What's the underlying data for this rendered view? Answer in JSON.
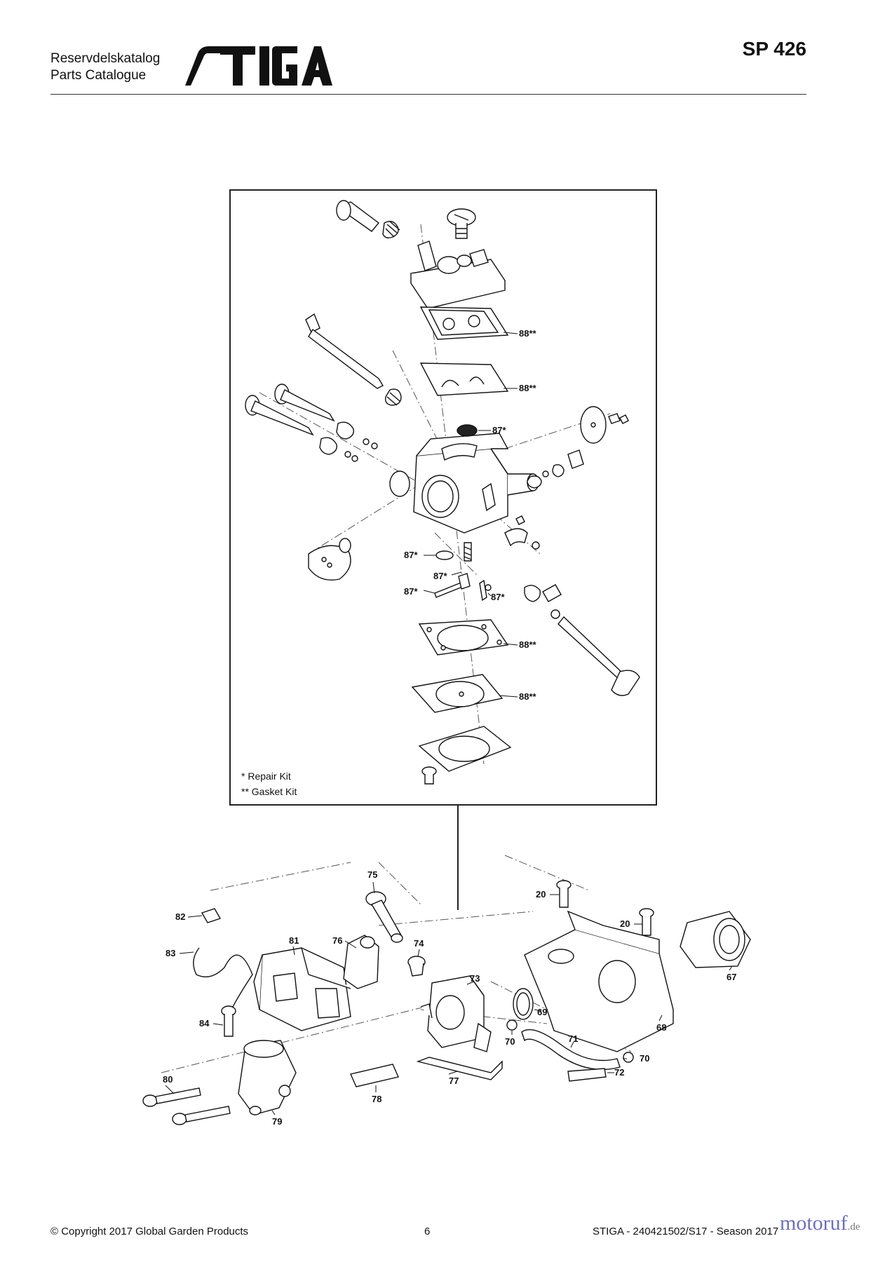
{
  "header": {
    "line1": "Reservdelskatalog",
    "line2": "Parts Catalogue",
    "brand": "STIGA",
    "model": "SP 426"
  },
  "legend": {
    "repair": "* Repair Kit",
    "gasket": "** Gasket Kit"
  },
  "callouts": {
    "c88a": "88**",
    "c88b": "88**",
    "c87a": "87*",
    "c87b": "87*",
    "c87c": "87*",
    "c87d": "87*",
    "c87e": "87*",
    "c88c": "88**",
    "c88d": "88**",
    "c75": "75",
    "c20a": "20",
    "c20b": "20",
    "c82": "82",
    "c81": "81",
    "c76": "76",
    "c74": "74",
    "c83": "83",
    "c73": "73",
    "c69": "69",
    "c68": "68",
    "c67": "67",
    "c84": "84",
    "c70a": "70",
    "c71": "71",
    "c70b": "70",
    "c72": "72",
    "c80": "80",
    "c77": "77",
    "c78": "78",
    "c79": "79"
  },
  "footer": {
    "copyright": "© Copyright 2017 Global Garden Products",
    "page": "6",
    "ref": "STIGA - 240421502/S17 - Season 2017"
  },
  "watermark": {
    "main": "motoruf",
    "suffix": ".de"
  },
  "colors": {
    "ink": "#111111",
    "wm": "#6d6fbf"
  }
}
